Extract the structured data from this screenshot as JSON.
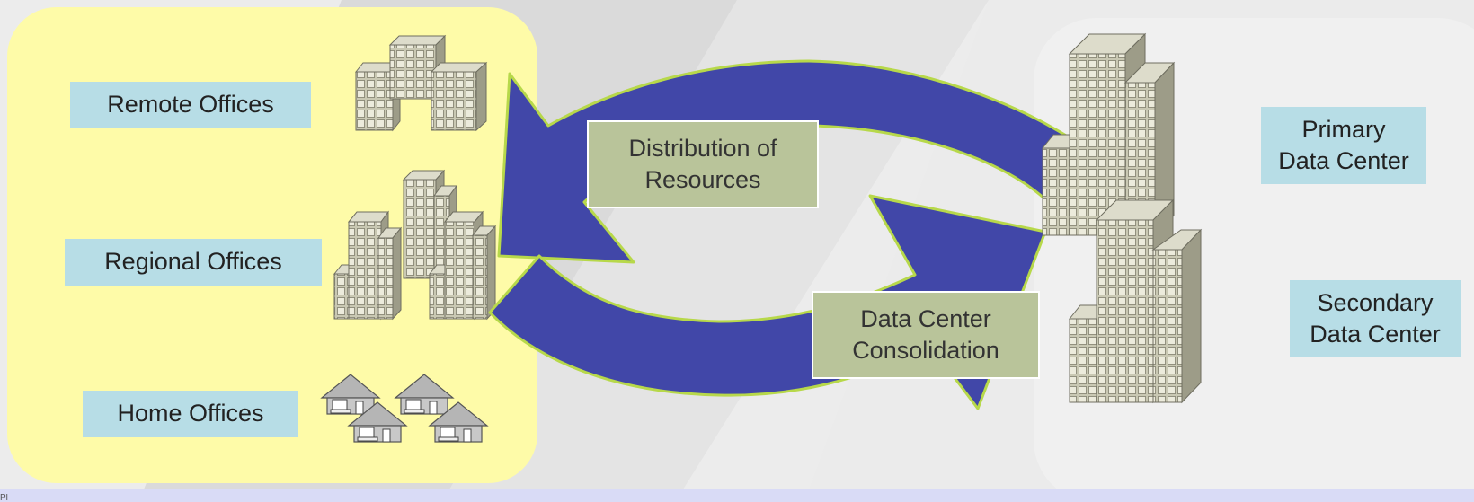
{
  "left_group": {
    "remote_label": "Remote Offices",
    "regional_label": "Regional Offices",
    "home_label": "Home Offices"
  },
  "cycle": {
    "distribution_label": "Distribution of\nResources",
    "consolidation_label": "Data Center\nConsolidation"
  },
  "right_group": {
    "primary_label": "Primary\nData Center",
    "secondary_label": "Secondary\nData Center"
  },
  "corner_text": "Pl",
  "colors": {
    "panel_fill": "#fefba8",
    "arrow_fill": "#4147a8",
    "arrow_outline": "#b7d84a",
    "label_blue": "#b7dde6",
    "label_green": "#b9c49a",
    "building": "#c4c3ae"
  },
  "icons": {
    "remote": "office-buildings-icon",
    "regional": "city-towers-icon",
    "home": "houses-icon",
    "datacenter": "datacenter-towers-icon"
  }
}
